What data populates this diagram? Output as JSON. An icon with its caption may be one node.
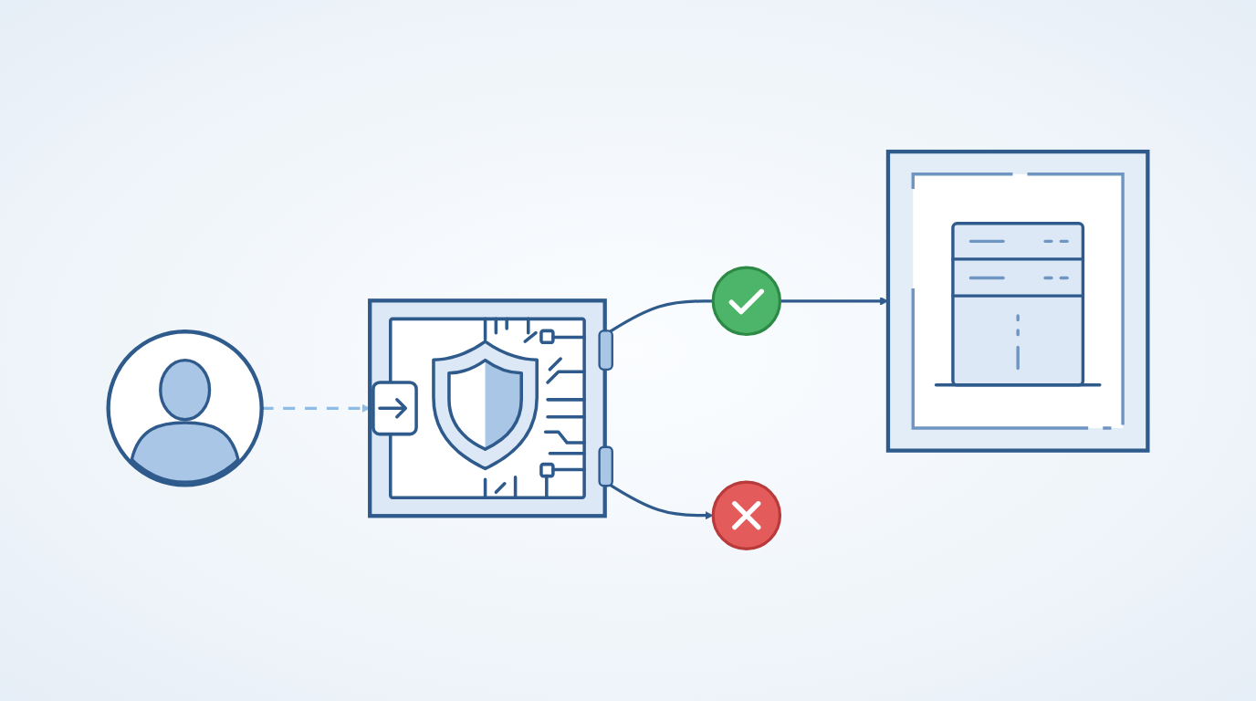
{
  "diagram": {
    "nodes": [
      {
        "text": [],
        "shape": "person"
      },
      {
        "text": [],
        "shape": "picture"
      },
      {
        "text": [],
        "shape": "circle"
      },
      {
        "text": [],
        "shape": "picture"
      },
      {
        "text": [],
        "shape": "circle"
      }
    ],
    "edges": [
      {
        "from": 0,
        "to": 1,
        "arrow": "to",
        "style": "dashed",
        "color": "#8dbde6"
      },
      {
        "from": 1,
        "to": 2,
        "arrow": "none"
      },
      {
        "from": 2,
        "to": 3,
        "arrow": "to"
      },
      {
        "from": 1,
        "to": 4,
        "arrow": "to"
      }
    ]
  }
}
